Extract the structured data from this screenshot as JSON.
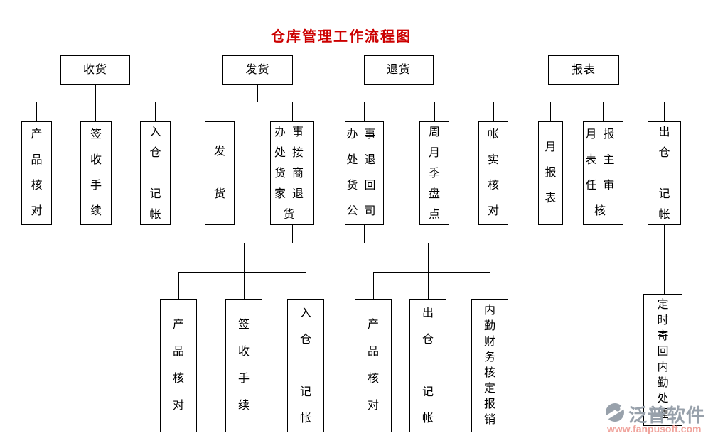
{
  "page": {
    "title": "仓库管理工作流程图",
    "title_color": "#cc0000"
  },
  "flowchart": {
    "receiving": {
      "label": "收货",
      "children": [
        {
          "text": "产品核对",
          "display": "产\n品\n核\n对"
        },
        {
          "text": "签收手续",
          "display": "签\n收\n手\n续"
        },
        {
          "text": "入仓 记帐",
          "display": "入\n仓\n\n记\n帐"
        }
      ]
    },
    "shipping": {
      "label": "发货",
      "children": [
        {
          "text": "发货",
          "display": "发\n\n货"
        },
        {
          "text": "办事处接货商家退货",
          "display": "办事\n处接\n货商\n家退\n货",
          "children": [
            {
              "text": "产品核对",
              "display": "产\n品\n核\n对"
            },
            {
              "text": "签收手续",
              "display": "签\n收\n手\n续"
            },
            {
              "text": "入仓 记帐",
              "display": "入\n仓\n\n记\n帐"
            }
          ]
        }
      ]
    },
    "returns": {
      "label": "退货",
      "children": [
        {
          "text": "办事处退货回公司",
          "display": "办事\n处退\n货回\n公司",
          "children": [
            {
              "text": "产品核对",
              "display": "产\n品\n核\n对"
            },
            {
              "text": "出仓 记帐",
              "display": "出\n仓\n\n记\n帐"
            },
            {
              "text": "内勤财务核定报销",
              "display": "内\n勤\n财\n务\n核\n定\n报\n销"
            }
          ]
        },
        {
          "text": "周月季盘点",
          "display": "周\n月\n季\n盘\n点"
        }
      ]
    },
    "reports": {
      "label": "报表",
      "children": [
        {
          "text": "帐实核对",
          "display": "帐\n实\n核\n对"
        },
        {
          "text": "月报表",
          "display": "月\n报\n表"
        },
        {
          "text": "月报表主任审核",
          "display": "月报\n表主\n任审\n核"
        },
        {
          "text": "出仓 记帐",
          "display": "出\n仓\n\n记\n帐",
          "children": [
            {
              "text": "定时寄回内勤处理",
              "display": "定\n时\n寄\n回\n内\n勤\n处\n理"
            }
          ]
        }
      ]
    }
  },
  "watermark": {
    "brand": "泛普软件",
    "url": "www.fanpusoft.com",
    "brand_color": "#98a1ab",
    "url_color": "#f0a39c"
  }
}
